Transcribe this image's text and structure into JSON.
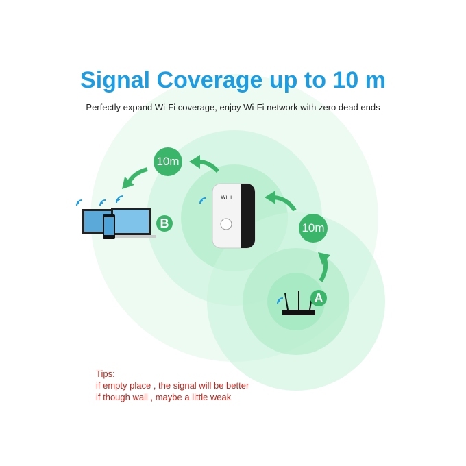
{
  "header": {
    "title": "Signal Coverage up to 10 m",
    "subtitle": "Perfectly expand Wi-Fi coverage, enjoy Wi-Fi network with zero dead ends"
  },
  "diagram": {
    "distance_labels": [
      "10m",
      "10m"
    ],
    "point_a": "A",
    "point_b": "B",
    "repeater_brand": "WiFi",
    "accent_color": "#3ab56a",
    "wifi_color": "#1c9ce3"
  },
  "tips": {
    "heading": "Tips:",
    "lines": [
      "if empty place , the signal will be better",
      "if though wall , maybe a little weak"
    ]
  }
}
